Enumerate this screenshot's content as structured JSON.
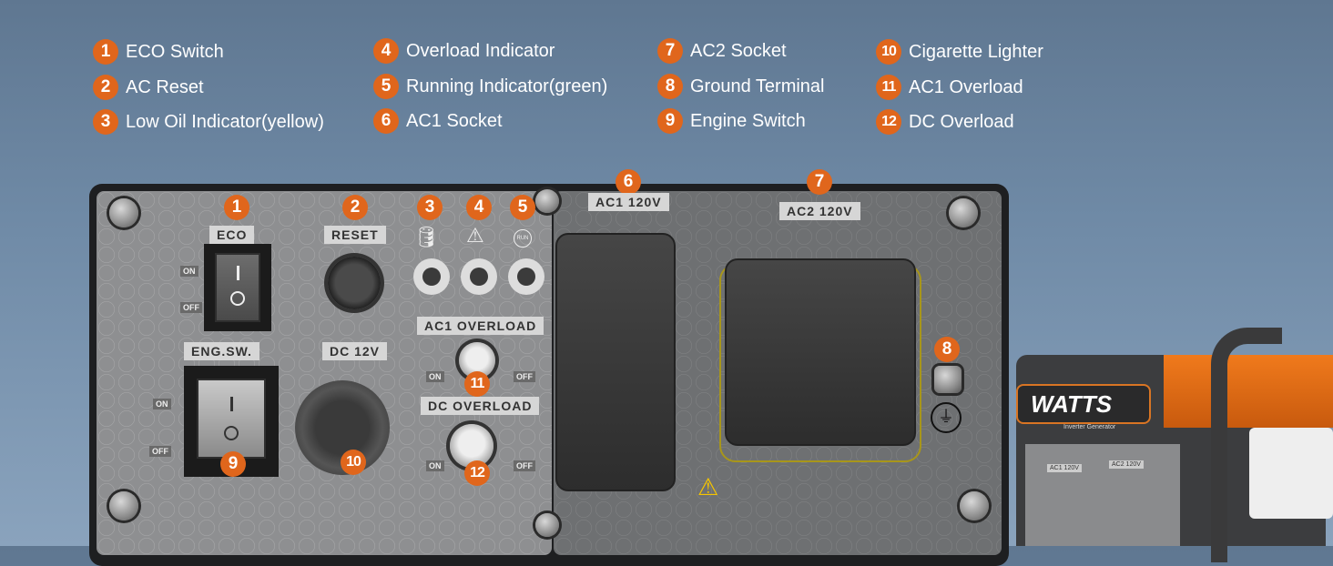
{
  "legend": [
    {
      "num": "1",
      "label": "ECO Switch"
    },
    {
      "num": "2",
      "label": "AC Reset"
    },
    {
      "num": "3",
      "label": "Low Oil Indicator(yellow)"
    },
    {
      "num": "4",
      "label": "Overload Indicator"
    },
    {
      "num": "5",
      "label": "Running Indicator(green)"
    },
    {
      "num": "6",
      "label": "AC1 Socket"
    },
    {
      "num": "7",
      "label": "AC2 Socket"
    },
    {
      "num": "8",
      "label": "Ground Terminal"
    },
    {
      "num": "9",
      "label": "Engine Switch"
    },
    {
      "num": "10",
      "label": "Cigarette Lighter"
    },
    {
      "num": "11",
      "label": "AC1 Overload"
    },
    {
      "num": "12",
      "label": "DC Overload"
    }
  ],
  "panel": {
    "eco_label": "ECO",
    "reset_label": "RESET",
    "eng_label": "ENG.SW.",
    "dc_label": "DC 12V",
    "ac1_overload_label": "AC1 OVERLOAD",
    "dc_overload_label": "DC OVERLOAD",
    "ac1_label": "AC1 120V",
    "ac2_label": "AC2 120V",
    "on": "ON",
    "off": "OFF",
    "run_icon_text": "RUN"
  },
  "generator": {
    "brand_text": "WATTS",
    "sub_text": "Inverter Generator",
    "mini_ac1": "AC1 120V",
    "mini_ac2": "AC2 120V"
  },
  "colors": {
    "badge": "#e0661c",
    "background": "#6f8aa6",
    "panel": "#1e1f21"
  }
}
